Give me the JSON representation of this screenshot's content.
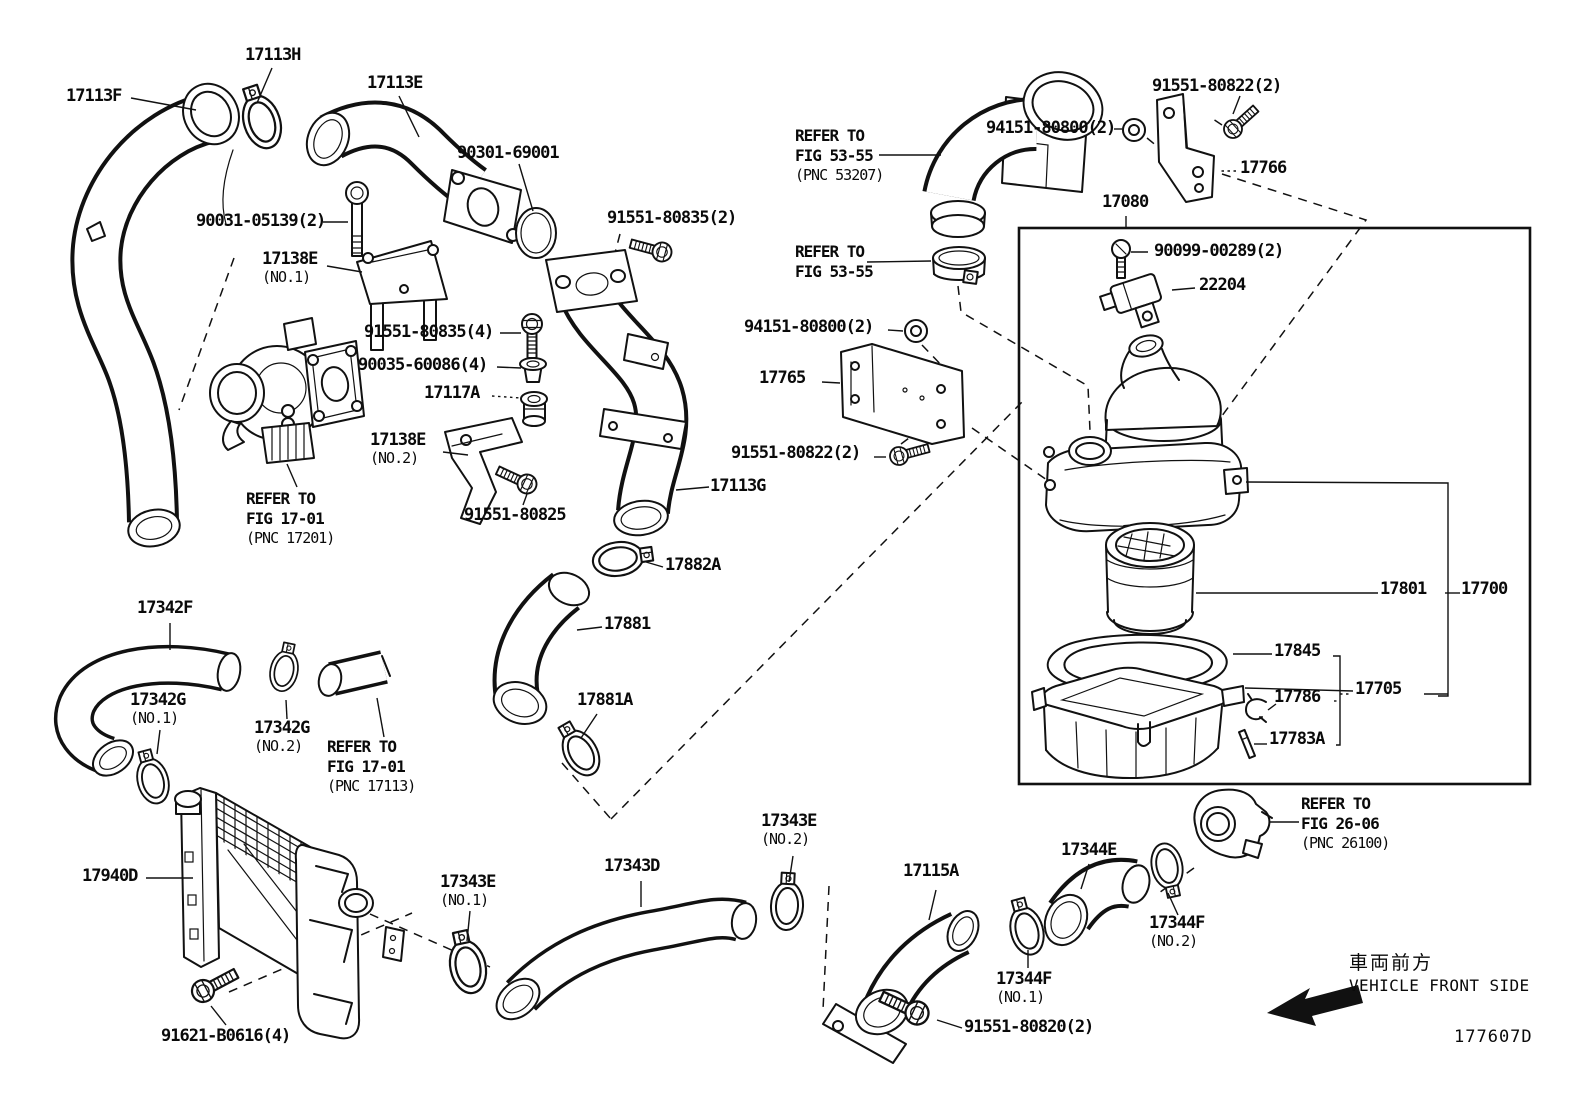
{
  "figure": {
    "drawing_code": "177607D",
    "front_label_jp": "車両前方",
    "front_label_en": "VEHICLE FRONT SIDE"
  },
  "labels": {
    "f17113F": {
      "t": "17113F"
    },
    "c17113H": {
      "t": "17113H"
    },
    "p17113E": {
      "t": "17113E"
    },
    "oring90301": {
      "t": "90301-69001"
    },
    "b90031": {
      "t": "90031-05139(2)"
    },
    "br17138E1": {
      "t": "17138E",
      "n": "(NO.1)"
    },
    "b80835x4": {
      "t": "91551-80835(4)"
    },
    "w90035": {
      "t": "90035-60086(4)"
    },
    "g17117A": {
      "t": "17117A"
    },
    "br17138E2": {
      "t": "17138E",
      "n": "(NO.2)"
    },
    "b80825": {
      "t": "91551-80825"
    },
    "b80835x2": {
      "t": "91551-80835(2)"
    },
    "p17113G": {
      "t": "17113G"
    },
    "c17882A": {
      "t": "17882A"
    },
    "h17881": {
      "t": "17881"
    },
    "c17881A": {
      "t": "17881A"
    },
    "h17342F": {
      "t": "17342F"
    },
    "c17342G1": {
      "t": "17342G",
      "n": "(NO.1)"
    },
    "c17342G2": {
      "t": "17342G",
      "n": "(NO.2)"
    },
    "ref17113": {
      "t": "REFER TO\nFIG 17-01",
      "n": "(PNC 17113)"
    },
    "ref17201": {
      "t": "REFER TO\nFIG 17-01",
      "n": "(PNC 17201)"
    },
    "ic17940D": {
      "t": "17940D"
    },
    "b91621": {
      "t": "91621-B0616(4)"
    },
    "c17343E1": {
      "t": "17343E",
      "n": "(NO.1)"
    },
    "h17343D": {
      "t": "17343D"
    },
    "c17343E2": {
      "t": "17343E",
      "n": "(NO.2)"
    },
    "p17115A": {
      "t": "17115A"
    },
    "h17344E": {
      "t": "17344E"
    },
    "c17344F1": {
      "t": "17344F",
      "n": "(NO.1)"
    },
    "c17344F2": {
      "t": "17344F",
      "n": "(NO.2)"
    },
    "b80820": {
      "t": "91551-80820(2)"
    },
    "ref26100": {
      "t": "REFER TO\nFIG 26-06",
      "n": "(PNC 26100)"
    },
    "ref53207": {
      "t": "REFER TO\nFIG 53-55",
      "n": "(PNC 53207)"
    },
    "ref5355": {
      "t": "REFER TO\nFIG 53-55"
    },
    "n94151top": {
      "t": "94151-80800(2)"
    },
    "b80822top": {
      "t": "91551-80822(2)"
    },
    "br17766": {
      "t": "17766"
    },
    "box17080": {
      "t": "17080"
    },
    "s90099": {
      "t": "90099-00289(2)"
    },
    "sensor22204": {
      "t": "22204"
    },
    "n94151mid": {
      "t": "94151-80800(2)"
    },
    "br17765": {
      "t": "17765"
    },
    "b80822mid": {
      "t": "91551-80822(2)"
    },
    "f17801": {
      "t": "17801"
    },
    "a17700": {
      "t": "17700"
    },
    "g17845": {
      "t": "17845"
    },
    "c17786": {
      "t": "17786"
    },
    "case17705": {
      "t": "17705"
    },
    "pin17783A": {
      "t": "17783A"
    }
  }
}
